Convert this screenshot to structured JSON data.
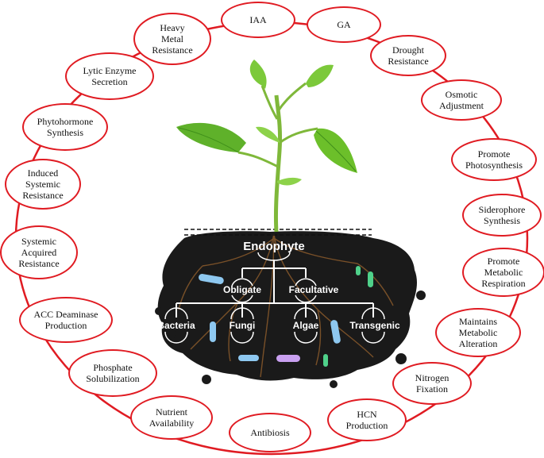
{
  "diagram": {
    "center_title": "Endophyte",
    "types": [
      "Obligate",
      "Facultative"
    ],
    "organisms": [
      "Bacteria",
      "Fungi",
      "Algae",
      "Transgenic"
    ],
    "functions": [
      "IAA",
      "GA",
      "Drought\nResistance",
      "Osmotic\nAdjustment",
      "Promote\nPhotosynthesis",
      "Siderophore\nSynthesis",
      "Promote\nMetabolic\nRespiration",
      "Maintains\nMetabolic\nAlteration",
      "Nitrogen\nFixation",
      "HCN\nProduction",
      "Antibiosis",
      "Nutrient\nAvailability",
      "Phosphate\nSolubilization",
      "ACC Deaminase\nProduction",
      "Systemic\nAcquired\nResistance",
      "Induced\nSystemic\nResistance",
      "Phytohormone\nSynthesis",
      "Lytic Enzyme\nSecretion",
      "Heavy\nMetal\nResistance"
    ]
  },
  "colors": {
    "ring": "#e01b22",
    "soil": "#1a1a1a",
    "leaf": "#6cbf2a",
    "leaf_dark": "#3f8f1a",
    "root": "#8a5a2b",
    "microbe_blue": "#8ec8f0",
    "microbe_green": "#4fd18a",
    "microbe_violet": "#c9a0f0"
  }
}
